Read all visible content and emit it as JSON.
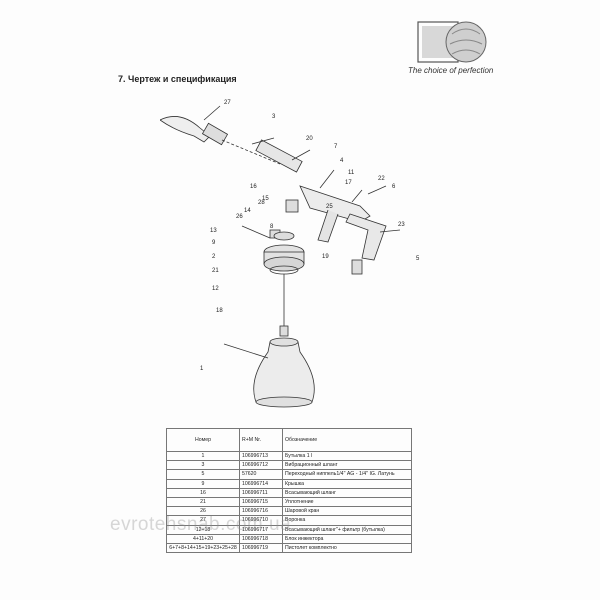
{
  "header": {
    "tagline": "The choice of perfection",
    "section_title": "7. Чертеж и спецификация"
  },
  "callouts": [
    {
      "label": "27"
    },
    {
      "label": "3"
    },
    {
      "label": "20"
    },
    {
      "label": "7"
    },
    {
      "label": "4"
    },
    {
      "label": "11"
    },
    {
      "label": "17"
    },
    {
      "label": "22"
    },
    {
      "label": "6"
    },
    {
      "label": "16"
    },
    {
      "label": "15"
    },
    {
      "label": "28"
    },
    {
      "label": "14"
    },
    {
      "label": "25"
    },
    {
      "label": "26"
    },
    {
      "label": "8"
    },
    {
      "label": "23"
    },
    {
      "label": "13"
    },
    {
      "label": "9"
    },
    {
      "label": "19"
    },
    {
      "label": "2"
    },
    {
      "label": "5"
    },
    {
      "label": "21"
    },
    {
      "label": "12"
    },
    {
      "label": "18"
    },
    {
      "label": "1"
    }
  ],
  "spec_table": {
    "headers": [
      "Номер",
      "R+M Nr.",
      "Обозначение"
    ],
    "rows": [
      [
        "1",
        "106996713",
        "Бутылка 1 l"
      ],
      [
        "3",
        "106996712",
        "Вибрационный шланг"
      ],
      [
        "5",
        "57620",
        "Переходный ниппель1/4\" AG - 1/4\" IG. Латунь"
      ],
      [
        "9",
        "106996714",
        "Крышка"
      ],
      [
        "16",
        "106996711",
        "Всасывающий шланг"
      ],
      [
        "21",
        "106996715",
        "Уплотнение"
      ],
      [
        "26",
        "106996716",
        "Шаровой кран"
      ],
      [
        "27",
        "106996710",
        "Воронка"
      ],
      [
        "12+18",
        "106996717",
        "Всасывающий шланг\"+ фильтр (бутылка)"
      ],
      [
        "4+11+20",
        "106996718",
        "Блок инжектора"
      ],
      [
        "6+7+8+14+15+19+23+25+28",
        "106996719",
        "Пистолет комплектно"
      ]
    ]
  },
  "watermark": "evrotehsnab.com.ua"
}
